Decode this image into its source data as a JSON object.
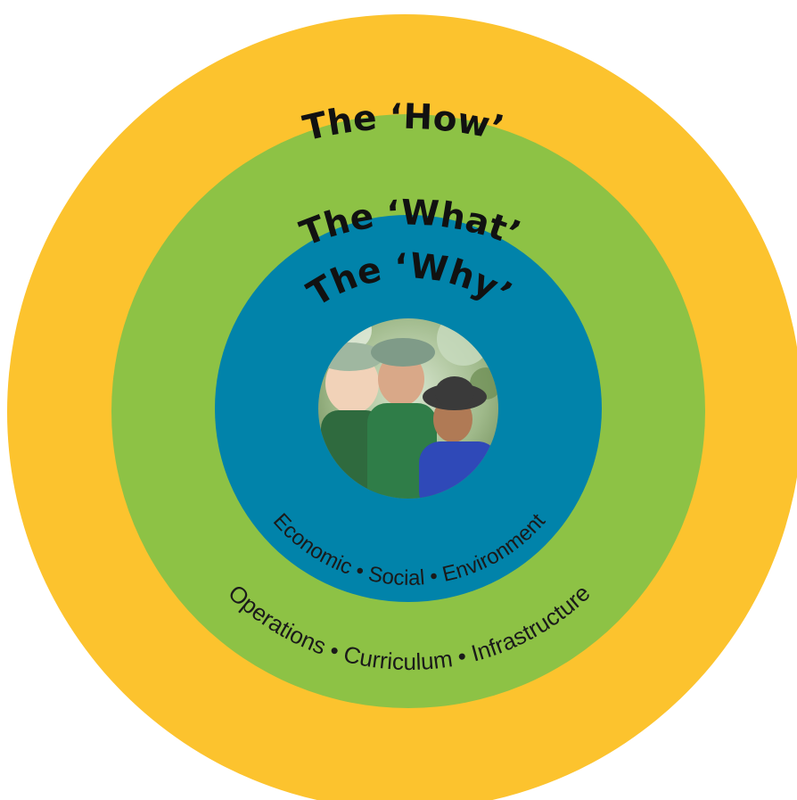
{
  "rings": {
    "outer": {
      "title": "The ‘How’",
      "color": "#FCC32E"
    },
    "middle": {
      "title": "The ‘What’",
      "subtitle": "Operations • Curriculum • Infrastructure",
      "color": "#8DC245"
    },
    "inner": {
      "title": "The ‘Why’",
      "subtitle": "Economic • Social • Environment",
      "color": "#0183AA"
    }
  },
  "center_photo": {
    "icon": "children-outdoors-photo"
  }
}
